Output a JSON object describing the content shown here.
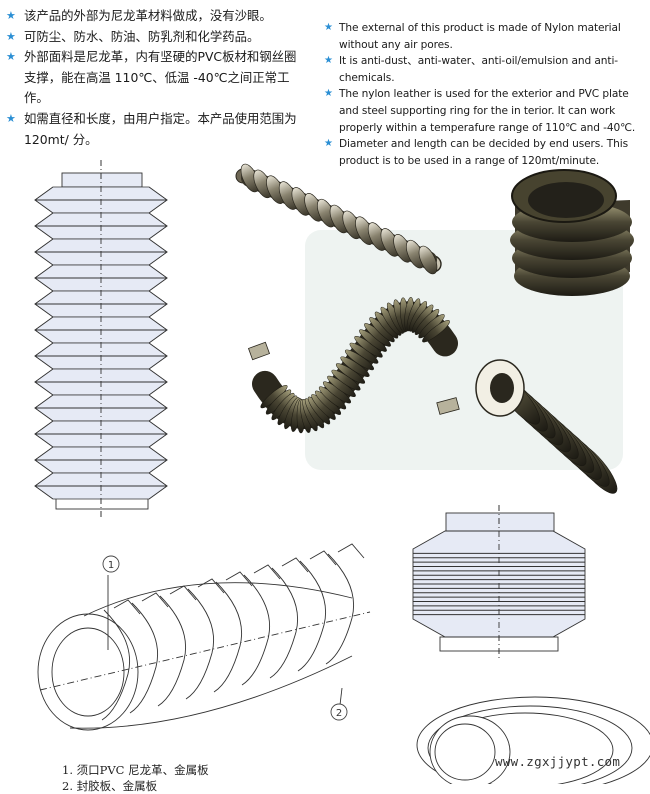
{
  "features_cn": [
    "该产品的外部为尼龙革材料做成，没有沙眼。",
    "可防尘、防水、防油、防乳剂和化学药品。",
    "外部面料是尼龙革，内有坚硬的PVC板材和钢丝圈支撑，能在高温 110℃、低温 -40℃之间正常工作。",
    "如需直径和长度，由用户指定。本产品使用范围为 120mt/ 分。"
  ],
  "features_en": [
    "The external of this product is made of Nylon material without any air pores.",
    "It is anti-dust、anti-water、anti-oil/emulsion and anti-chemicals.",
    "The nylon leather is used for the exterior and PVC plate and steel supporting ring for the in terior. It can work properly within a temperafure range of 110℃ and -40℃.",
    "Diameter and length can be decided by end users. This product is to be used in a range of 120mt/minute."
  ],
  "bullet_color": "#2b8fd4",
  "diagram": {
    "marker_1": "1",
    "marker_2": "2",
    "caption_1": "1. 须口PVC 尼龙革、金属板",
    "caption_2": "2. 封胶板、金属板"
  },
  "watermark": "www.zgxjjypt.com"
}
